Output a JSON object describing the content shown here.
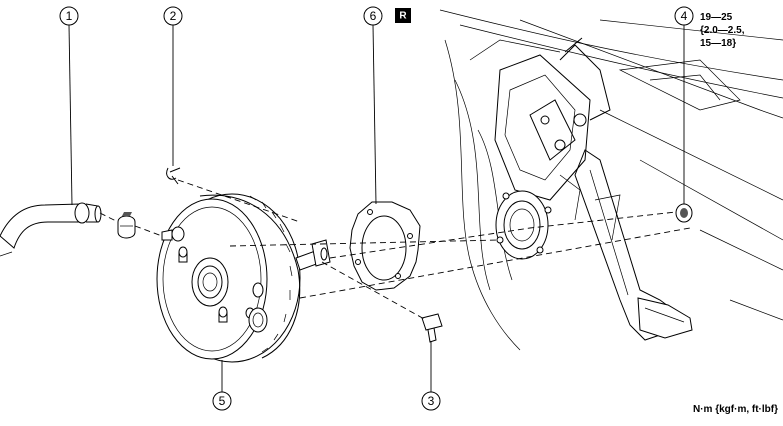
{
  "callouts": [
    "1",
    "2",
    "3",
    "4",
    "5",
    "6"
  ],
  "right_side_badge": "R",
  "torque_spec": {
    "line1": "19—25",
    "line2": "{2.0—2.5,",
    "line3": "15—18}"
  },
  "units_note": "N·m {kgf·m, ft·lbf}"
}
